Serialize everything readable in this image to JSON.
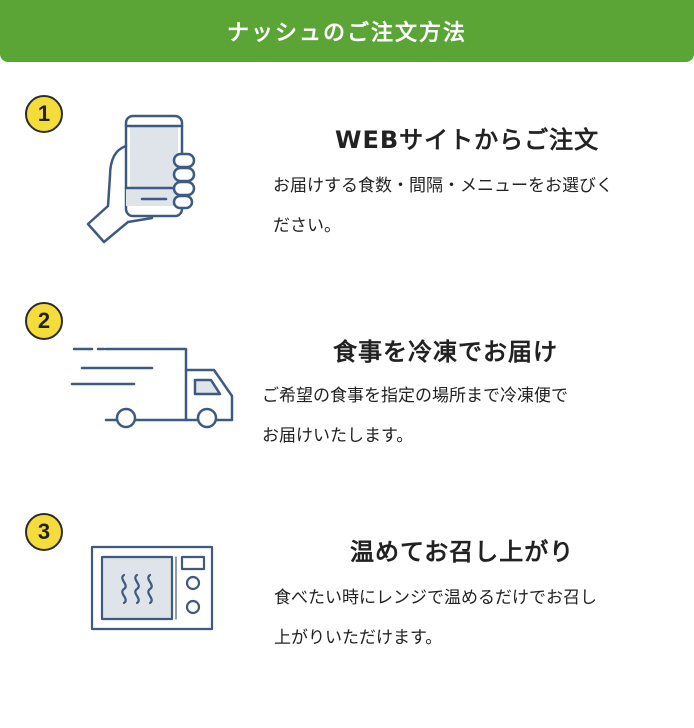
{
  "header": {
    "title": "ナッシュのご注文方法"
  },
  "colors": {
    "header_bg": "#5aa536",
    "badge_bg": "#f4dc3a",
    "icon_stroke": "#3e5a80",
    "icon_fill": "#dfe3ea"
  },
  "steps": [
    {
      "number": "1",
      "icon": "smartphone-hand-icon",
      "title": "WEBサイトからご注文",
      "desc": [
        "お届けする食数・間隔・メニューをお選びく",
        "ださい。"
      ]
    },
    {
      "number": "2",
      "icon": "delivery-truck-icon",
      "title": "食事を冷凍でお届け",
      "desc": [
        "ご希望の食事を指定の場所まで冷凍便で",
        "お届けいたします。"
      ]
    },
    {
      "number": "3",
      "icon": "microwave-icon",
      "title": "温めてお召し上がり",
      "desc": [
        "食べたい時にレンジで温めるだけでお召し",
        "上がりいただけます。"
      ]
    }
  ]
}
